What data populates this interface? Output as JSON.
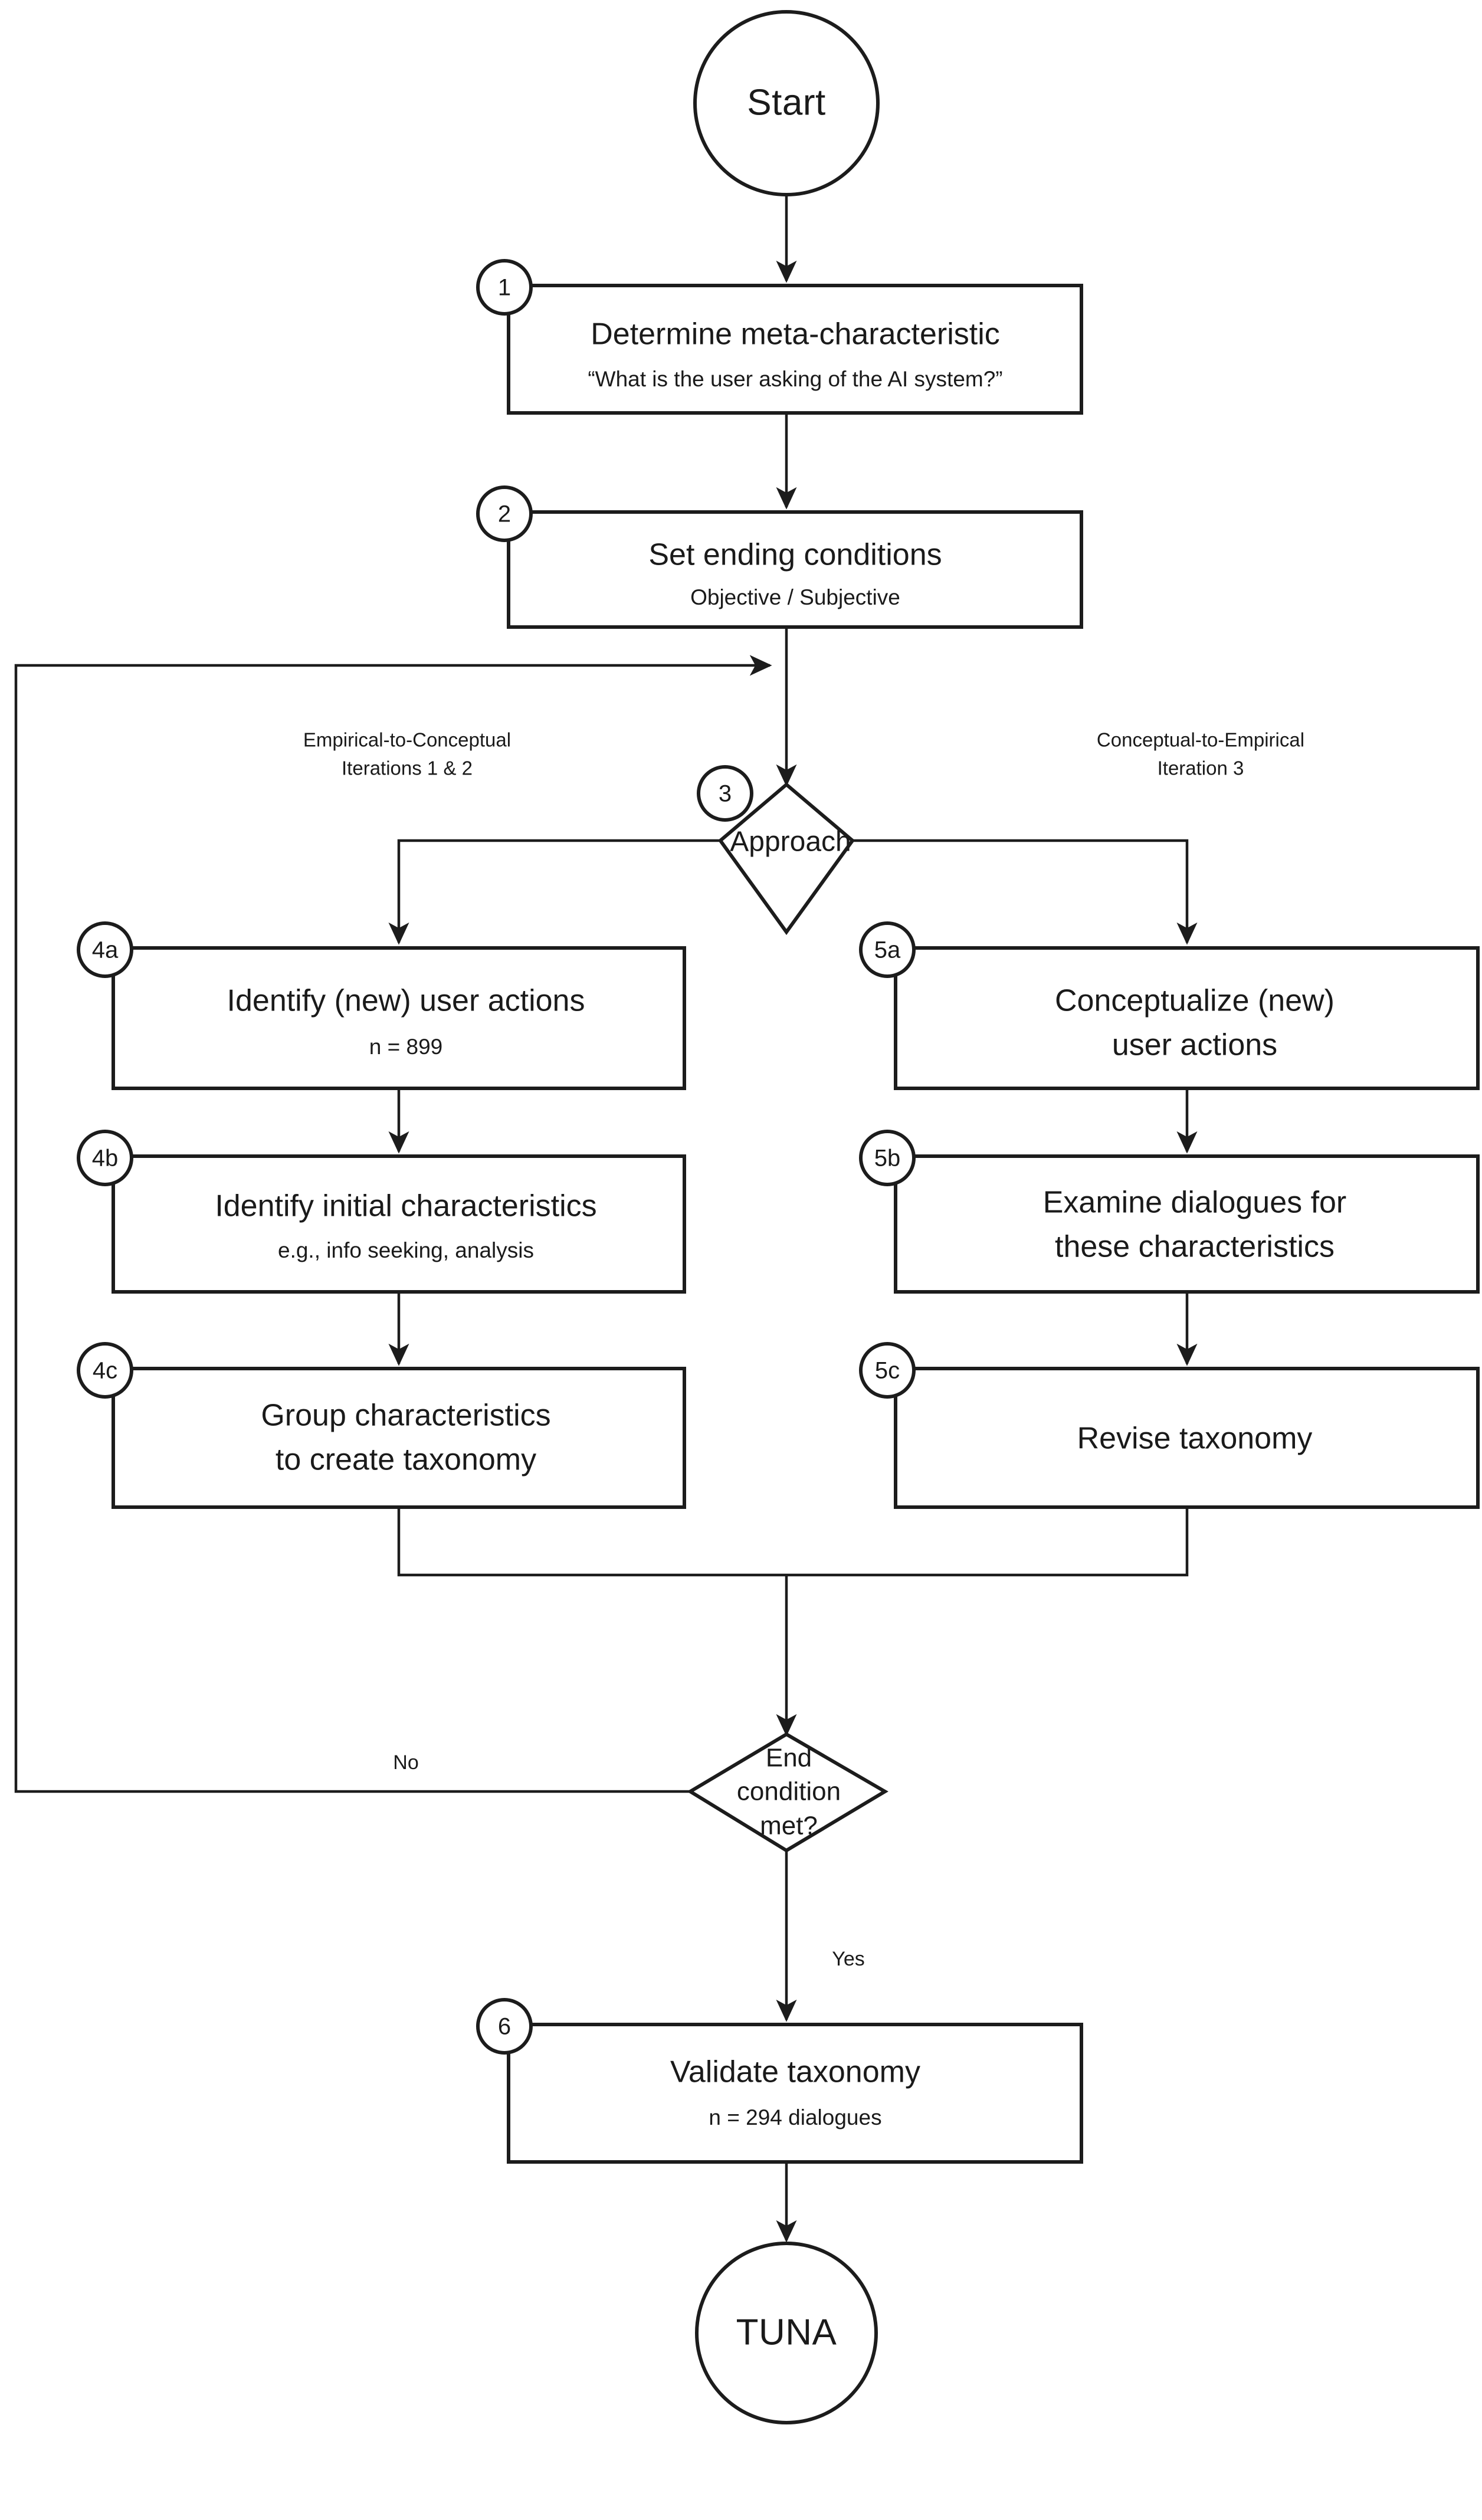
{
  "diagram": {
    "title": "TUNA taxonomy development process flowchart",
    "colors": {
      "stroke": "#1c1c1c",
      "text": "#1a1a1a",
      "background": "#ffffff"
    },
    "start": {
      "label": "Start"
    },
    "end": {
      "label": "TUNA"
    },
    "steps": [
      {
        "badge": "1",
        "title": "Determine meta-characteristic",
        "subtitle": "“What is the user asking of the AI system?”"
      },
      {
        "badge": "2",
        "title": "Set ending conditions",
        "subtitle": "Objective / Subjective"
      },
      {
        "badge": "4a",
        "title": "Identify (new) user actions",
        "subtitle": "n = 899"
      },
      {
        "badge": "4b",
        "title": "Identify initial characteristics",
        "subtitle": "e.g., info seeking, analysis"
      },
      {
        "badge": "4c",
        "title": "Group characteristics",
        "subtitle": "to create taxonomy"
      },
      {
        "badge": "5a",
        "title": "Conceptualize (new)",
        "subtitle": "user actions"
      },
      {
        "badge": "5b",
        "title": "Examine dialogues for",
        "subtitle": "these characteristics"
      },
      {
        "badge": "5c",
        "title": "Revise taxonomy",
        "subtitle": ""
      },
      {
        "badge": "6",
        "title": "Validate taxonomy",
        "subtitle": "n = 294 dialogues"
      }
    ],
    "decisions": [
      {
        "badge": "3",
        "label": "Approach"
      },
      {
        "badge": "",
        "line1": "End",
        "line2": "condition",
        "line3": "met?"
      }
    ],
    "branch_labels": {
      "left_line1": "Empirical-to-Conceptual",
      "left_line2": "Iterations 1 & 2",
      "right_line1": "Conceptual-to-Empirical",
      "right_line2": "Iteration 3"
    },
    "edge_labels": {
      "no": "No",
      "yes": "Yes"
    }
  }
}
